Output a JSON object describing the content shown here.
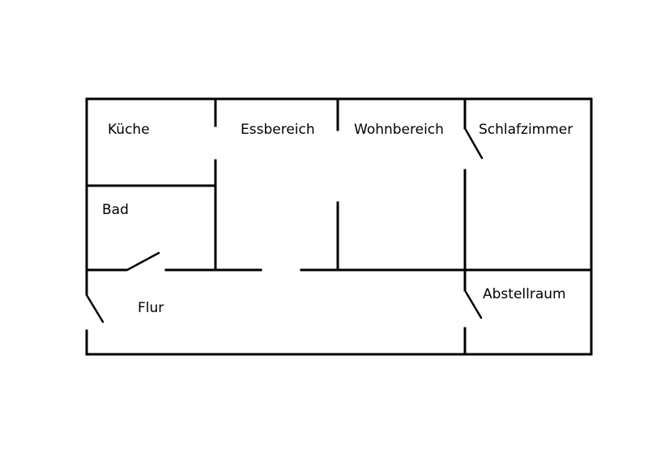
{
  "rooms": {
    "kueche": "Küche",
    "essbereich": "Essbereich",
    "wohnbereich": "Wohnbereich",
    "schlafzimmer": "Schlafzimmer",
    "bad": "Bad",
    "flur": "Flur",
    "abstellraum": "Abstellraum"
  },
  "colors": {
    "line": "#000000",
    "background": "#ffffff"
  }
}
